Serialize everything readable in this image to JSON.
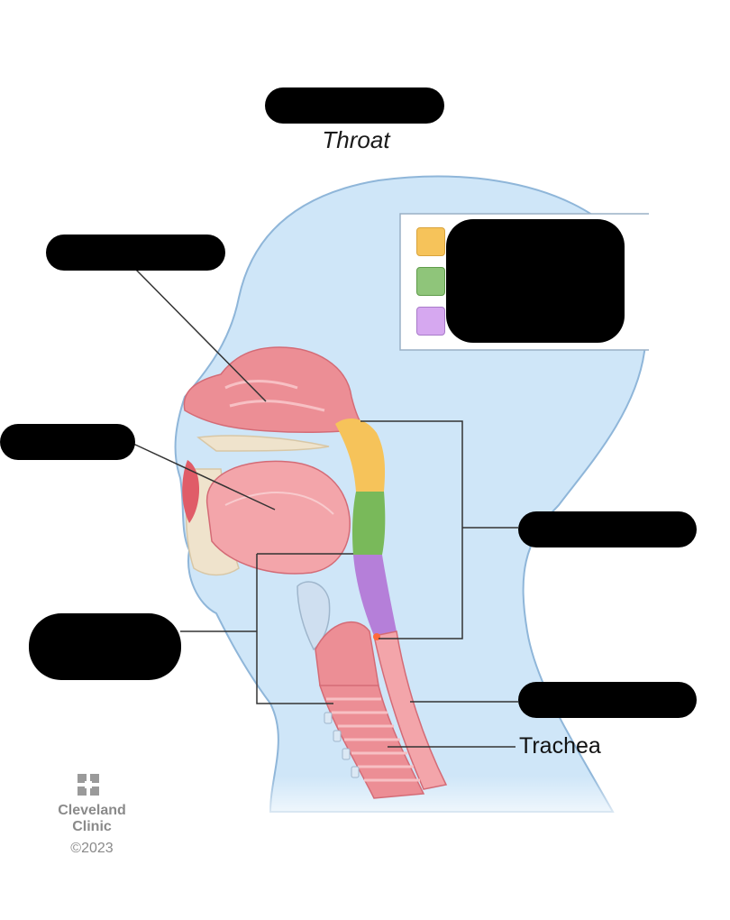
{
  "heading": "Throat",
  "labels": {
    "trachea": "Trachea"
  },
  "logo": {
    "name": "Cleveland Clinic",
    "copyright": "©2023"
  },
  "colors": {
    "head_fill": "#cfe6f8",
    "head_outline": "#8fb6d9",
    "nasopharynx": "#f6c35a",
    "oropharynx": "#79b95a",
    "laryngopharynx": "#b57fd9",
    "tissue": "#ec8e95",
    "bone": "#efe3cc"
  },
  "legend_swatches": [
    "nasopharynx-swatch",
    "oropharynx-swatch",
    "laryngopharynx-swatch"
  ]
}
